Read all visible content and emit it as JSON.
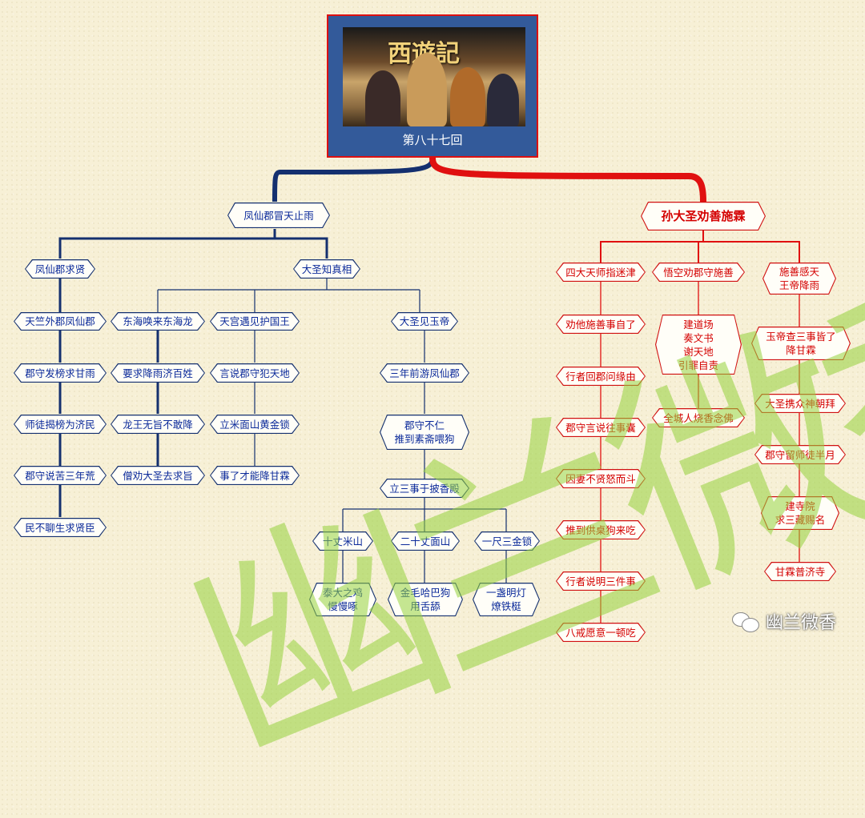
{
  "root": {
    "title": "第八十七回",
    "poster_logo": "西遊記"
  },
  "left_branch": {
    "title": "凤仙郡冒天止雨",
    "sub1": {
      "title": "凤仙郡求贤",
      "items": [
        "天竺外郡凤仙郡",
        "郡守发榜求甘雨",
        "师徒揭榜为济民",
        "郡守说苦三年荒",
        "民不聊生求贤臣"
      ]
    },
    "sub2": {
      "title": "大圣知真相",
      "col1": [
        "东海唤来东海龙",
        "要求降雨济百姓",
        "龙王无旨不敢降",
        "僧劝大圣去求旨"
      ],
      "col2": [
        "天宫遇见护国王",
        "言说郡守犯天地",
        "立米面山黄金锁",
        "事了才能降甘霖"
      ],
      "col3": {
        "title": "大圣见玉帝",
        "items": [
          "三年前游凤仙郡",
          "郡守不仁\n推到素斋喂狗",
          "立三事于披香殿"
        ],
        "three": [
          {
            "title": "十丈米山",
            "detail": "泰大之鸡\n慢慢啄"
          },
          {
            "title": "二十丈面山",
            "detail": "金毛哈巴狗\n用舌舔"
          },
          {
            "title": "一尺三金锁",
            "detail": "一盏明灯\n燎铁梃"
          }
        ]
      }
    }
  },
  "right_branch": {
    "title": "孙大圣劝善施霖",
    "col1": {
      "title": "四大天师指迷津",
      "items": [
        "劝他施善事自了",
        "行者回郡问缘由",
        "郡守言说往事囊",
        "因妻不贤怒而斗",
        "推到供桌狗来吃",
        "行者说明三件事",
        "八戒愿意一顿吃"
      ]
    },
    "col2": {
      "title": "悟空劝郡守施善",
      "items": [
        "建道场\n奏文书\n谢天地\n引罪自责",
        "全城人烧香念佛"
      ]
    },
    "col3": {
      "title": "施善感天\n王帝降雨",
      "items": [
        "玉帝查三事皆了\n降甘霖",
        "大圣携众神朝拜",
        "郡守留师徒半月",
        "建寺院\n求三藏赐名",
        "甘霖普济寺"
      ]
    }
  },
  "watermark": "幽兰微香",
  "brand": "幽兰微香",
  "colors": {
    "blue": "#14306f",
    "red": "#d01010",
    "root_bg": "#335a9a"
  }
}
